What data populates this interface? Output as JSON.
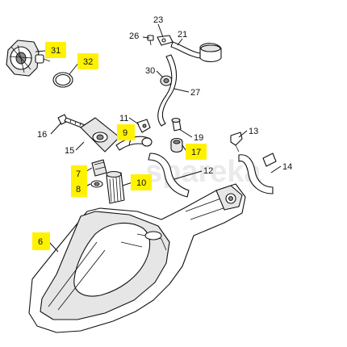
{
  "callouts": [
    {
      "id": "23",
      "text": "23",
      "highlighted": false
    },
    {
      "id": "26",
      "text": "26",
      "highlighted": false
    },
    {
      "id": "21",
      "text": "21",
      "highlighted": false
    },
    {
      "id": "31",
      "text": "31",
      "highlighted": true
    },
    {
      "id": "32",
      "text": "32",
      "highlighted": true
    },
    {
      "id": "30",
      "text": "30",
      "highlighted": false
    },
    {
      "id": "27",
      "text": "27",
      "highlighted": false
    },
    {
      "id": "16",
      "text": "16",
      "highlighted": false
    },
    {
      "id": "11",
      "text": "11",
      "highlighted": false
    },
    {
      "id": "9",
      "text": "9",
      "highlighted": true
    },
    {
      "id": "19",
      "text": "19",
      "highlighted": false
    },
    {
      "id": "13",
      "text": "13",
      "highlighted": false
    },
    {
      "id": "15",
      "text": "15",
      "highlighted": false
    },
    {
      "id": "17",
      "text": "17",
      "highlighted": true
    },
    {
      "id": "7",
      "text": "7",
      "highlighted": true
    },
    {
      "id": "12",
      "text": "12",
      "highlighted": false
    },
    {
      "id": "14",
      "text": "14",
      "highlighted": false
    },
    {
      "id": "10",
      "text": "10",
      "highlighted": true
    },
    {
      "id": "8",
      "text": "8",
      "highlighted": true
    },
    {
      "id": "6",
      "text": "6",
      "highlighted": true
    }
  ],
  "colors": {
    "highlight": "#fff200",
    "line": "#111111",
    "background": "#ffffff"
  },
  "watermark": "spareka"
}
